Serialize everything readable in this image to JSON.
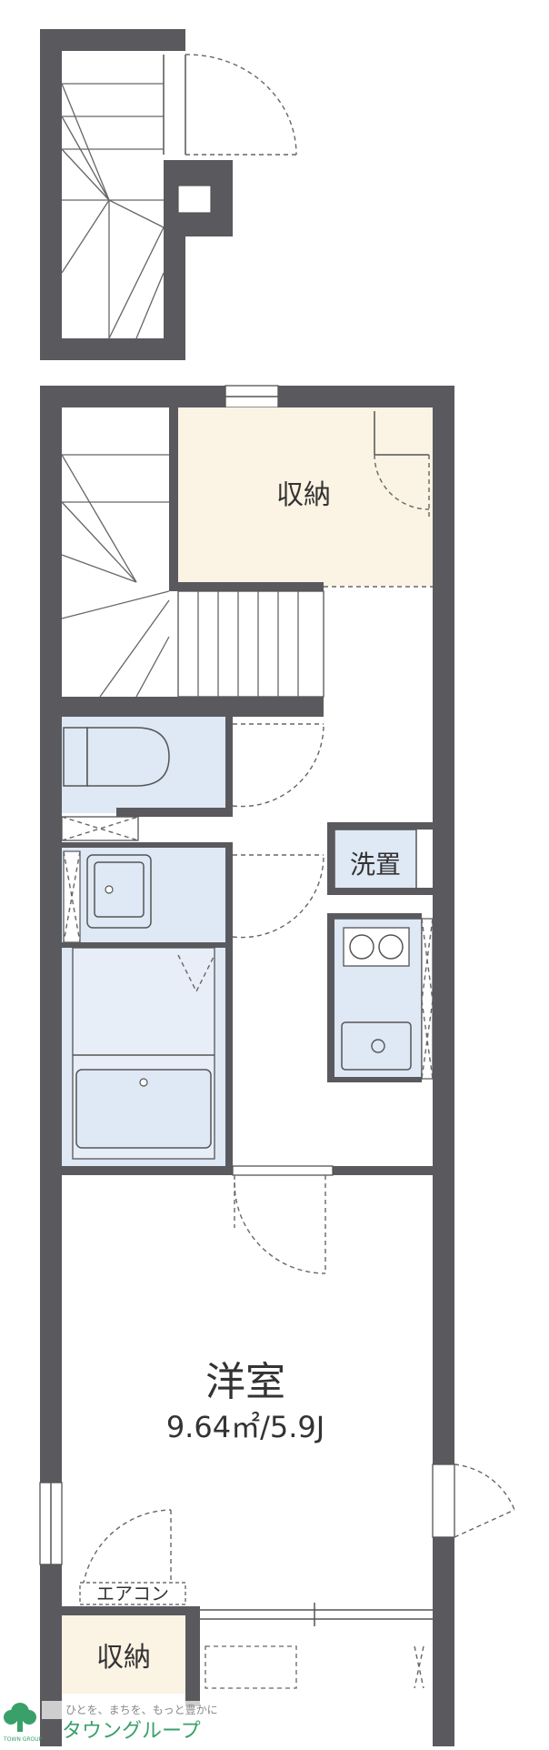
{
  "rooms": {
    "storage_upper": "収納",
    "laundry": "洗置",
    "western_room_name": "洋室",
    "western_room_size": "9.64㎡/5.9J",
    "aircon": "エアコン",
    "storage_lower": "収納"
  },
  "logo": {
    "tagline": "ひとを、まちを、もっと豊かに",
    "brand": "タウングループ",
    "small": "TOWN GROUP"
  },
  "colors": {
    "wall": "#5a5a5e",
    "storage_fill": "#fbf3e3",
    "fixture_fill": "#dfe8f5",
    "logo_green": "#3aa06a"
  }
}
